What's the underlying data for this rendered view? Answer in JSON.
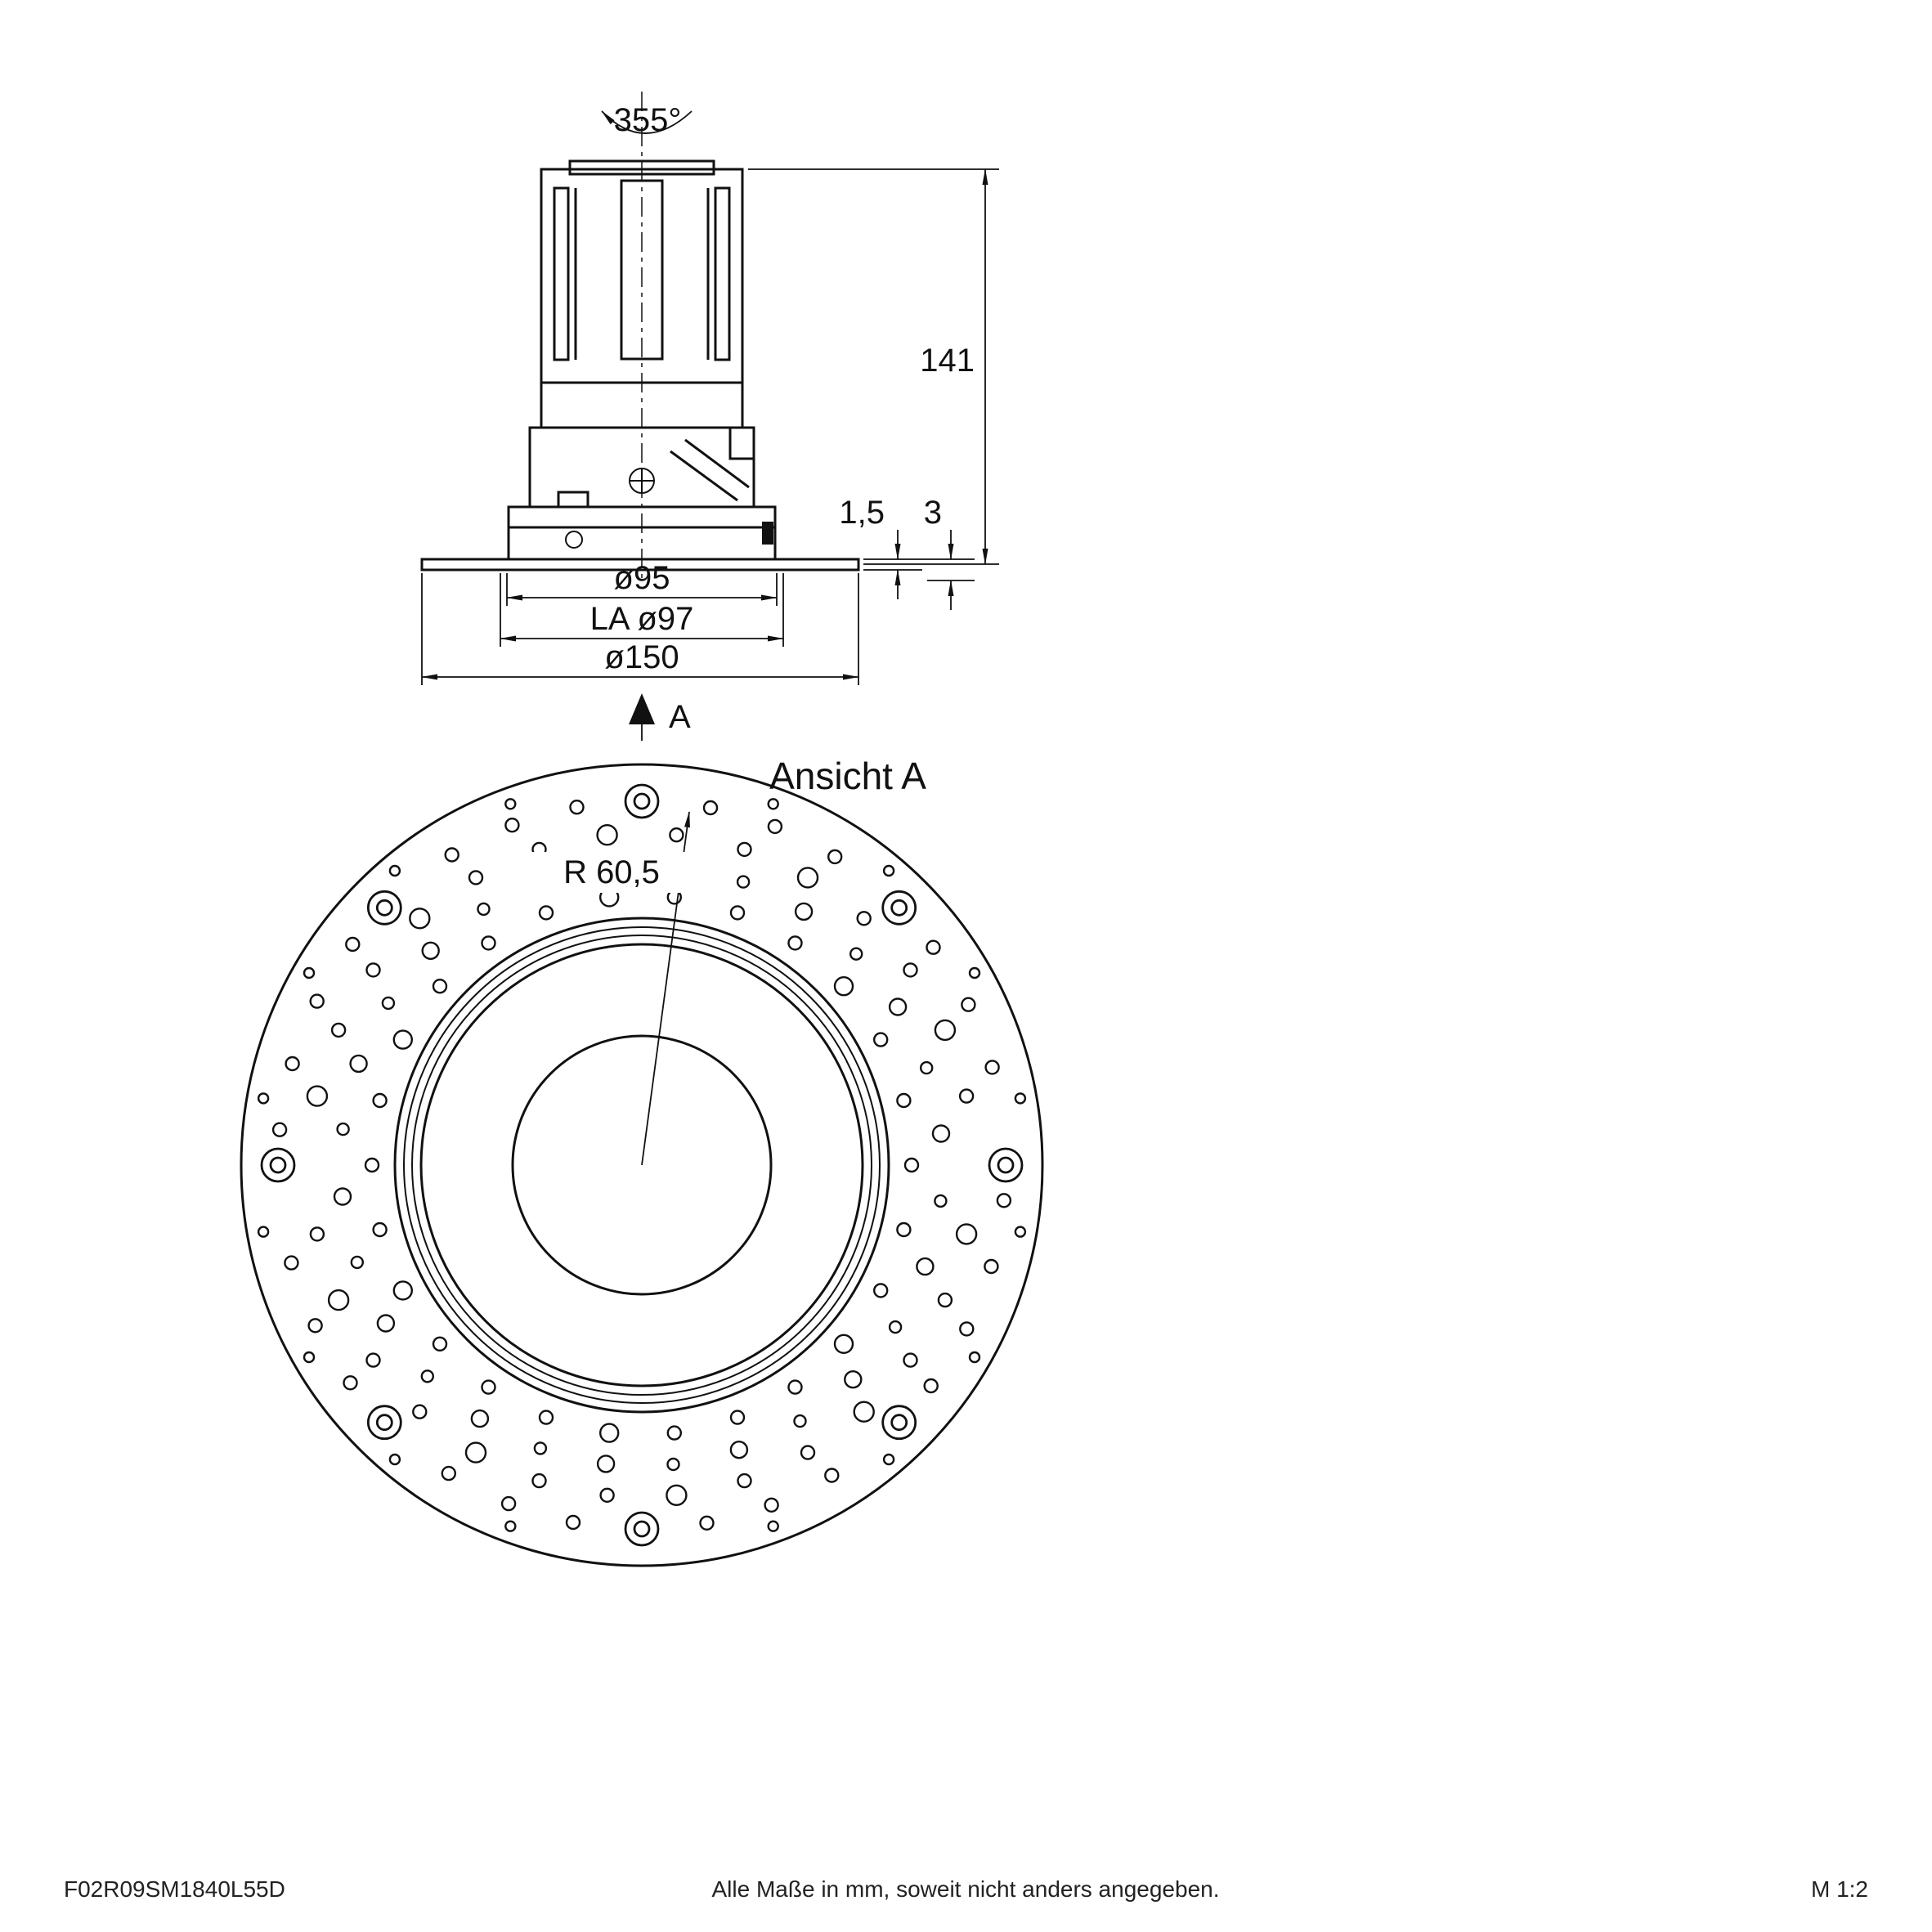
{
  "meta": {
    "footer_left": "F02R09SM1840L55D",
    "footer_center": "Alle Maße in mm, soweit nicht anders angegeben.",
    "footer_right": "M 1:2"
  },
  "side_view": {
    "rotation_label": "355°",
    "height_label": "141",
    "flange_thickness_label": "1,5",
    "recess_label": "3",
    "dim_d95": "ø95",
    "dim_la97": "LA ø97",
    "dim_d150": "ø150",
    "view_arrow_label": "A"
  },
  "front_view": {
    "title": "Ansicht A",
    "radius_label": "R 60,5"
  },
  "drawing": {
    "line_color": "#111111",
    "background": "#ffffff"
  }
}
